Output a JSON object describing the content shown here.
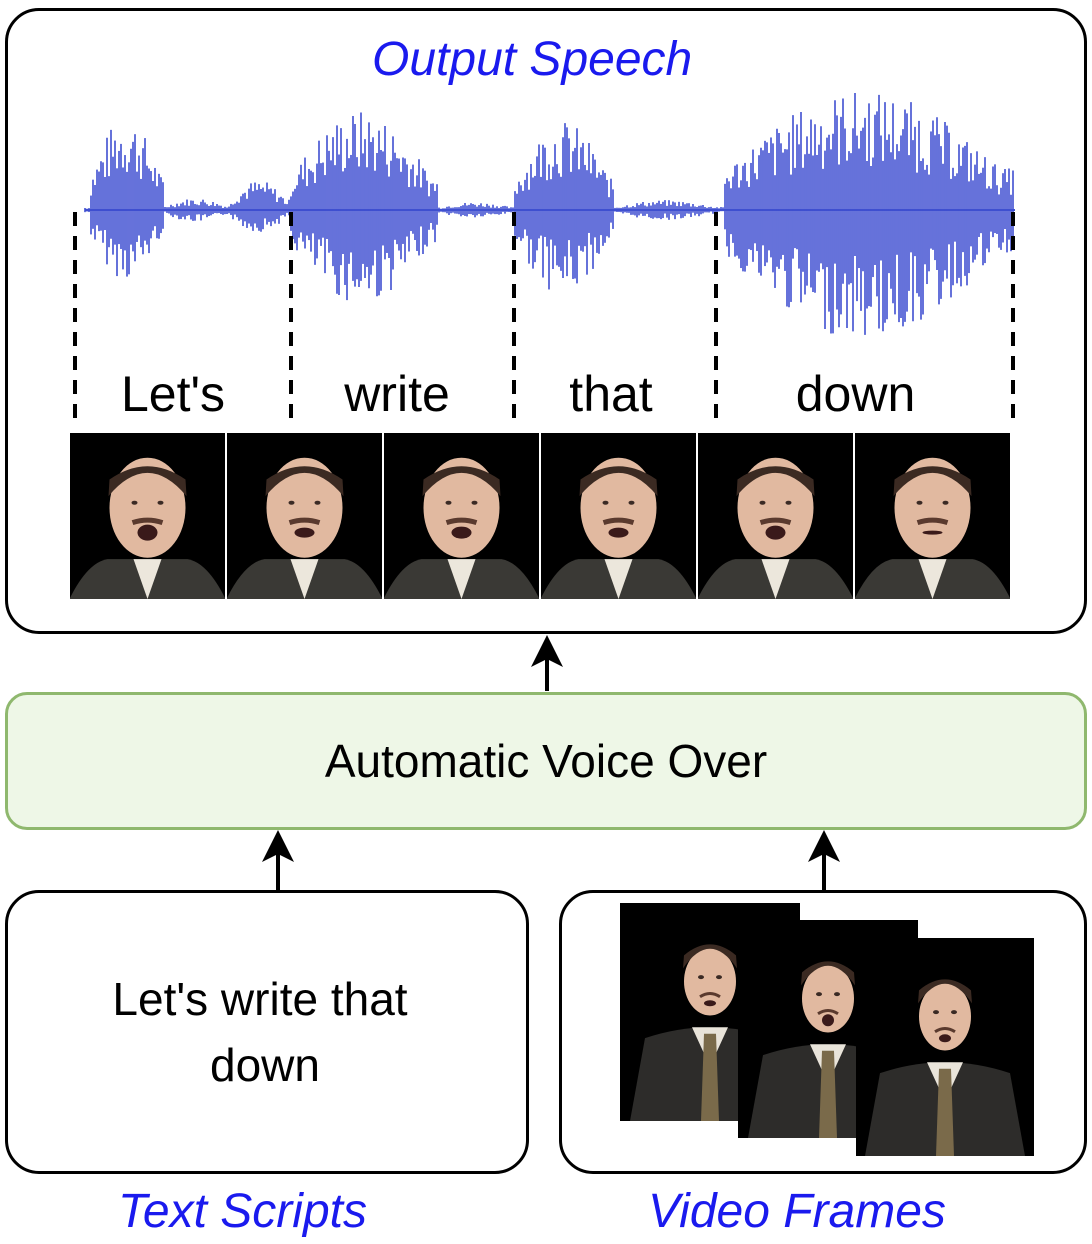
{
  "output": {
    "title": "Output Speech",
    "words": [
      "Let's",
      "write",
      "that",
      "down"
    ]
  },
  "module": {
    "label": "Automatic Voice Over"
  },
  "inputs": {
    "text_box": {
      "text_line1": "Let's write that",
      "text_line2": "down"
    },
    "text_caption": "Text Scripts",
    "video_caption": "Video Frames"
  },
  "colors": {
    "accent_blue": "#1a1aee",
    "waveform": "#3f4fd0",
    "module_fill": "#eef7e7",
    "module_border": "#8fb86e"
  },
  "icons": {
    "arrow": "arrow-up-icon",
    "face": "speaker-face-thumbnail"
  }
}
